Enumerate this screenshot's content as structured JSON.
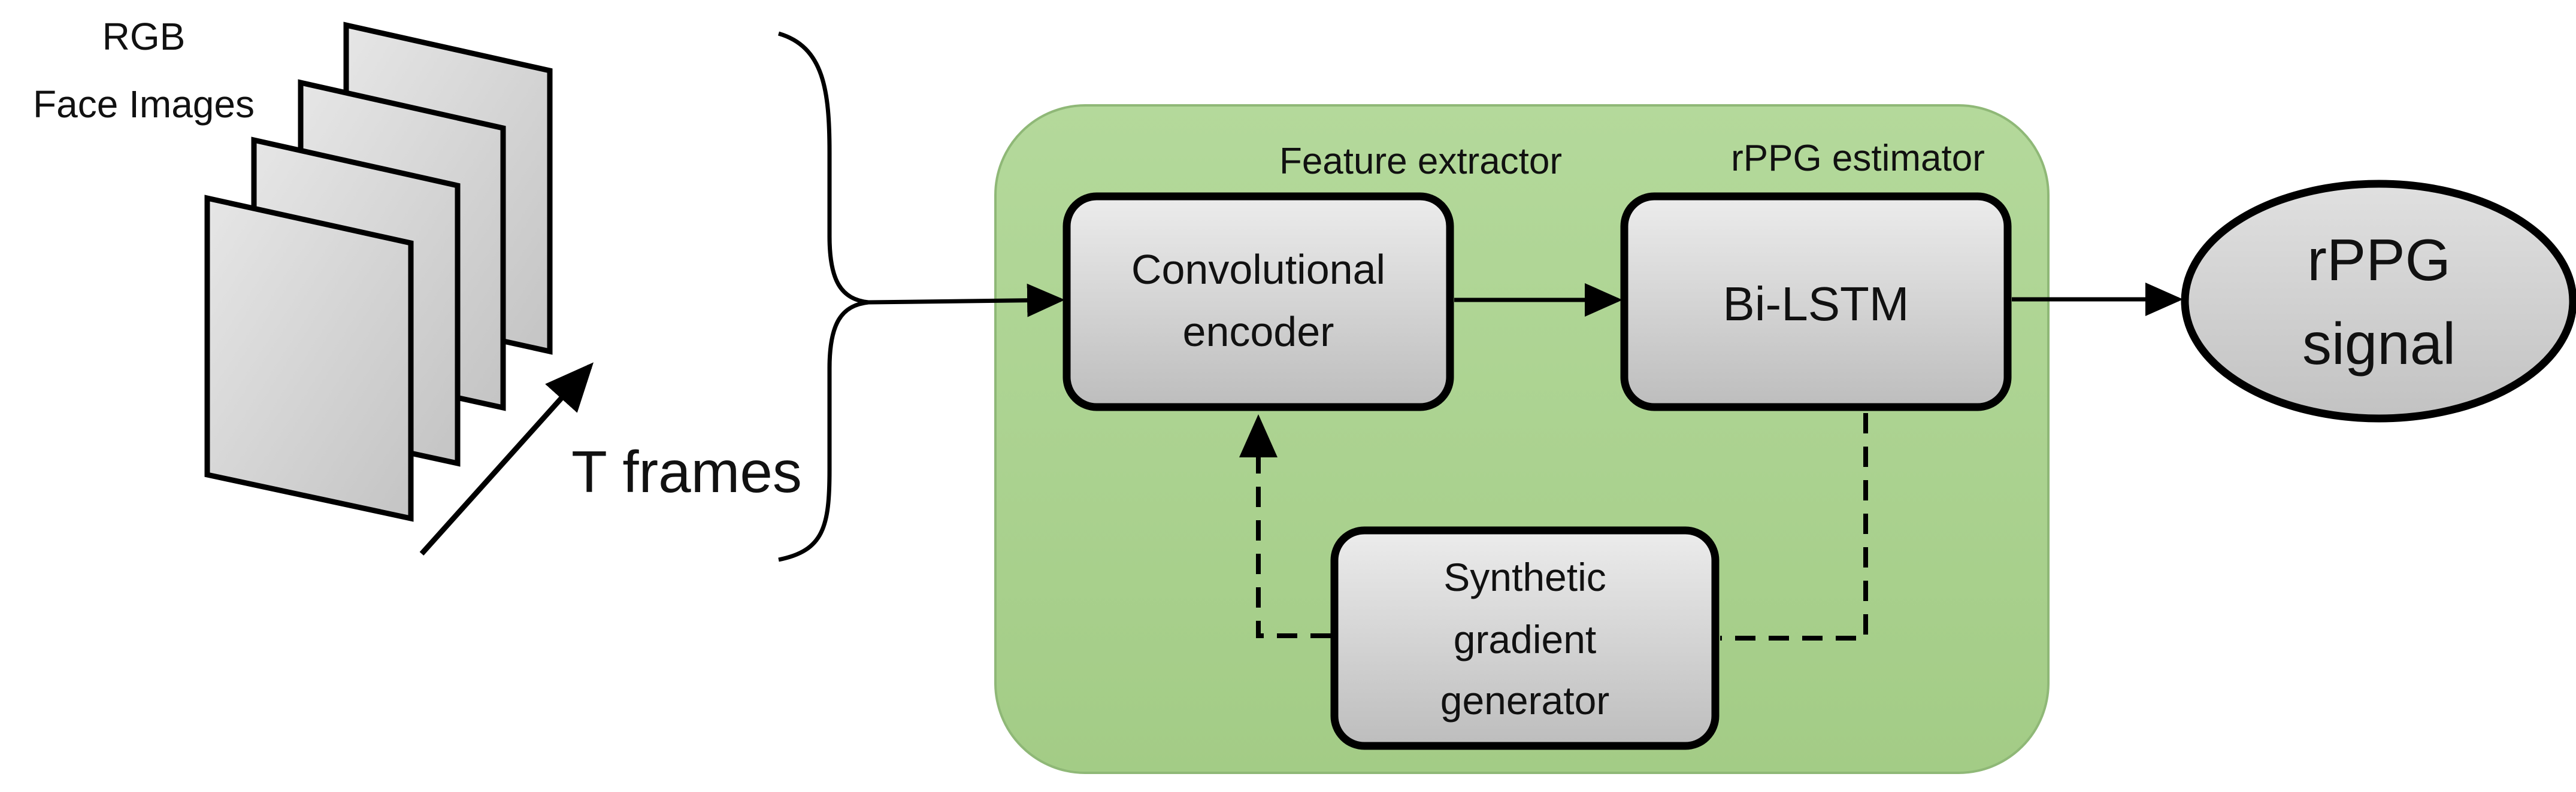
{
  "input": {
    "label_line1": "RGB",
    "label_line2": "Face Images",
    "frames_label": "T frames"
  },
  "pipeline": {
    "feature_extractor": {
      "caption": "Feature extractor",
      "box_line1": "Convolutional",
      "box_line2": "encoder"
    },
    "rppg_estimator": {
      "caption": "rPPG estimator",
      "box_label": "Bi-LSTM"
    },
    "synthetic_gradient": {
      "line1": "Synthetic",
      "line2": "gradient",
      "line3": "generator"
    }
  },
  "output": {
    "line1": "rPPG",
    "line2": "signal"
  },
  "colors": {
    "container_fill": "#a9d18e",
    "box_fill": "#d9d9d9",
    "frame_fill": "#d9d9d9",
    "stroke": "#000000"
  }
}
